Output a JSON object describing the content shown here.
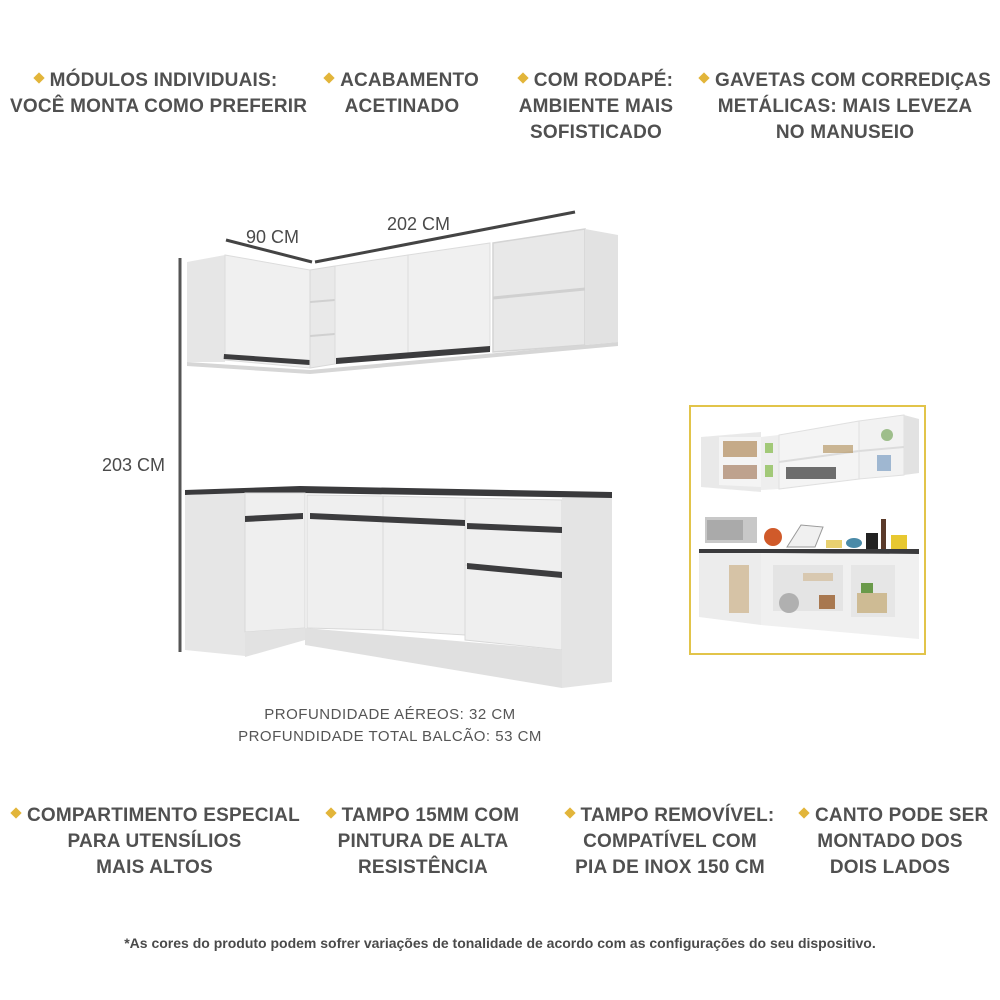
{
  "features_top": [
    {
      "lines": [
        "MÓDULOS INDIVIDUAIS:",
        "VOCÊ MONTA COMO PREFERIR"
      ]
    },
    {
      "lines": [
        "ACABAMENTO",
        "ACETINADO"
      ]
    },
    {
      "lines": [
        "COM RODAPÉ:",
        "AMBIENTE MAIS",
        "SOFISTICADO"
      ]
    },
    {
      "lines": [
        "GAVETAS COM CORREDIÇAS",
        "METÁLICAS: MAIS LEVEZA",
        "NO MANUSEIO"
      ]
    }
  ],
  "features_bottom": [
    {
      "lines": [
        "COMPARTIMENTO ESPECIAL",
        "PARA UTENSÍLIOS",
        "MAIS ALTOS"
      ]
    },
    {
      "lines": [
        "TAMPO 15MM COM",
        "PINTURA DE ALTA",
        "RESISTÊNCIA"
      ]
    },
    {
      "lines": [
        "TAMPO REMOVÍVEL:",
        "COMPATÍVEL COM",
        "PIA DE INOX 150 CM"
      ]
    },
    {
      "lines": [
        "CANTO PODE SER",
        "MONTADO DOS",
        "DOIS LADOS"
      ]
    }
  ],
  "dimensions": {
    "corner_width": "90 CM",
    "total_width": "202 CM",
    "height": "203 CM"
  },
  "depth": {
    "upper": "PROFUNDIDADE AÉREOS: 32 CM",
    "lower": "PROFUNDIDADE TOTAL BALCÃO: 53 CM"
  },
  "disclaimer": "*As cores do produto podem sofrer variações de tonalidade de acordo com as configurações do seu dispositivo.",
  "colors": {
    "bullet": "#e2b53a",
    "inset_border": "#e2c44a",
    "countertop": "#3a3a3c",
    "cabinet": "#eeeeee",
    "handle": "#3c3c3e",
    "text": "#505050"
  },
  "icons": {
    "bullet": "diamond-bullet-icon"
  }
}
